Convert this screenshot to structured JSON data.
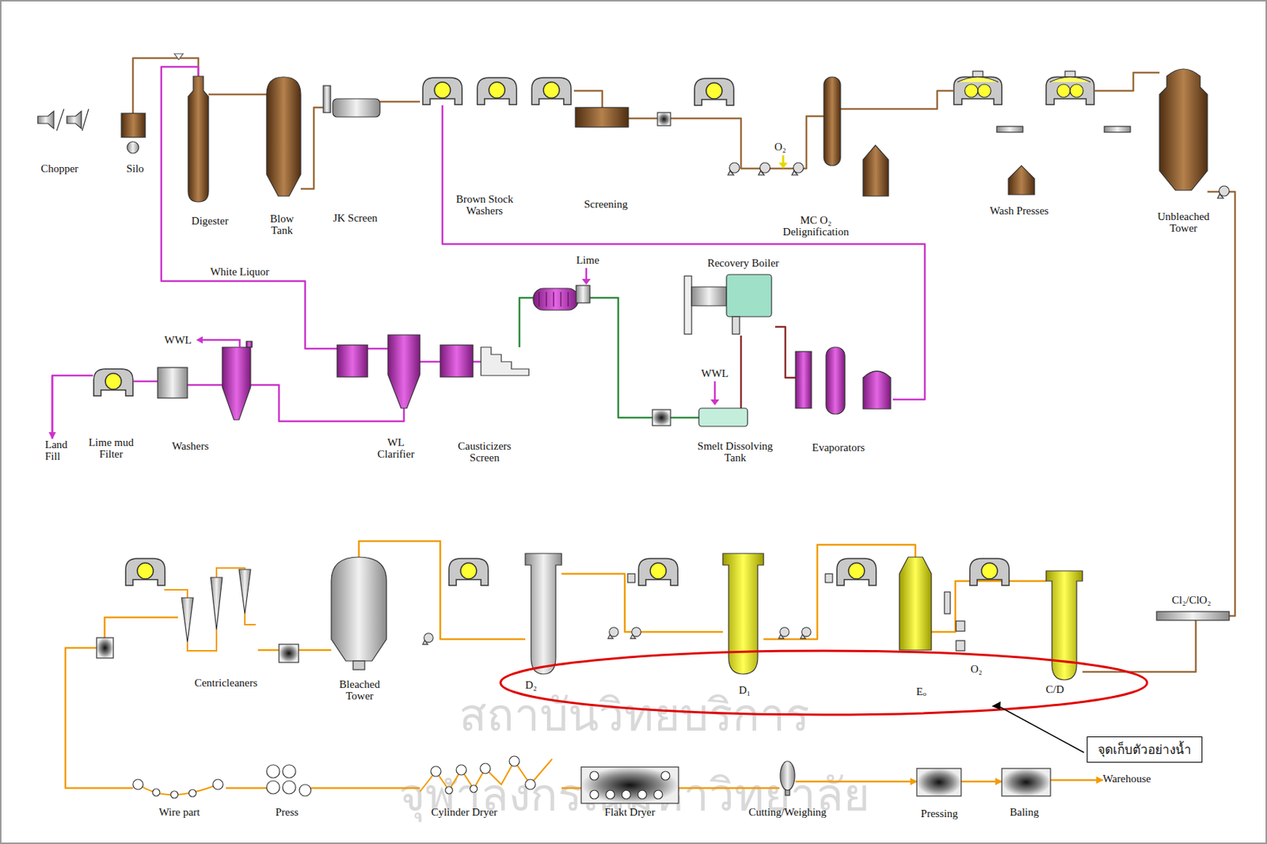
{
  "diagram": {
    "nodes": [
      {
        "text": [
          "Chopper"
        ]
      },
      {
        "text": [
          "Silo"
        ]
      },
      {
        "text": [
          "Digester"
        ]
      },
      {
        "text": [
          "Blow Tank"
        ]
      },
      {
        "text": [
          "JK Screen"
        ]
      },
      {
        "text": [
          "Brown Stock Washers"
        ]
      },
      {
        "text": [
          "Screening"
        ]
      },
      {
        "text": [
          "MC O₂ Delignification"
        ]
      },
      {
        "text": [
          "Wash Presses"
        ]
      },
      {
        "text": [
          "Unbleached Tower"
        ]
      },
      {
        "text": [
          "Recovery Boiler"
        ]
      },
      {
        "text": [
          "Land Fill"
        ]
      },
      {
        "text": [
          "Lime mud Filter"
        ]
      },
      {
        "text": [
          "Washers"
        ]
      },
      {
        "text": [
          "WL Clarifier"
        ]
      },
      {
        "text": [
          "Causticizers Screen"
        ]
      },
      {
        "text": [
          "Smelt Dissolving Tank"
        ]
      },
      {
        "text": [
          "Evaporators"
        ]
      },
      {
        "text": [
          "Centricleaners"
        ]
      },
      {
        "text": [
          "Bleached Tower"
        ]
      },
      {
        "text": [
          "D₂"
        ]
      },
      {
        "text": [
          "D₁"
        ]
      },
      {
        "text": [
          "Eₒ"
        ]
      },
      {
        "text": [
          "C/D"
        ]
      },
      {
        "text": [
          "Wire part"
        ]
      },
      {
        "text": [
          "Press"
        ]
      },
      {
        "text": [
          "Cylinder Dryer"
        ]
      },
      {
        "text": [
          "Flakt Dryer"
        ]
      },
      {
        "text": [
          "Cutting/Weighing"
        ]
      },
      {
        "text": [
          "Pressing"
        ]
      },
      {
        "text": [
          "Baling"
        ]
      },
      {
        "text": [
          "Warehouse"
        ]
      },
      {
        "text": [
          "จุดเก็บตัวอย่างน้ำ"
        ]
      }
    ],
    "edges": [
      {
        "from": 1,
        "to": 2,
        "arrow": "none"
      },
      {
        "from": 2,
        "to": 3,
        "arrow": "none"
      },
      {
        "from": 3,
        "to": 4,
        "arrow": "none"
      },
      {
        "from": 4,
        "to": 5,
        "arrow": "none"
      },
      {
        "from": 5,
        "to": 6,
        "arrow": "none"
      },
      {
        "from": 6,
        "to": 7,
        "arrow": "none"
      },
      {
        "from": 7,
        "to": 8,
        "arrow": "none"
      },
      {
        "from": 8,
        "to": 9,
        "arrow": "none"
      },
      {
        "from": 9,
        "to": 23,
        "arrow": "none"
      },
      {
        "from": 23,
        "to": 22,
        "arrow": "none"
      },
      {
        "from": 22,
        "to": 21,
        "arrow": "none"
      },
      {
        "from": 21,
        "to": 20,
        "arrow": "none"
      },
      {
        "from": 20,
        "to": 19,
        "arrow": "none"
      },
      {
        "from": 19,
        "to": 18,
        "arrow": "none"
      },
      {
        "from": 18,
        "to": 24,
        "arrow": "none"
      },
      {
        "from": 24,
        "to": 25,
        "arrow": "none"
      },
      {
        "from": 25,
        "to": 26,
        "arrow": "none"
      },
      {
        "from": 26,
        "to": 27,
        "arrow": "none"
      },
      {
        "from": 27,
        "to": 28,
        "arrow": "none"
      },
      {
        "from": 28,
        "to": 29,
        "arrow": "to"
      },
      {
        "from": 29,
        "to": 30,
        "arrow": "to"
      },
      {
        "from": 30,
        "to": 31,
        "arrow": "to"
      },
      {
        "from": 5,
        "to": 17,
        "arrow": "none"
      },
      {
        "from": 17,
        "to": 10,
        "arrow": "none"
      },
      {
        "from": 10,
        "to": 16,
        "arrow": "none"
      },
      {
        "from": 16,
        "to": 15,
        "arrow": "none"
      },
      {
        "from": 15,
        "to": 14,
        "arrow": "none"
      },
      {
        "from": 14,
        "to": 2,
        "label": "White Liquor",
        "arrow": "none"
      },
      {
        "from": 14,
        "to": 13,
        "arrow": "none"
      },
      {
        "from": 13,
        "to": 12,
        "arrow": "none"
      },
      {
        "from": 12,
        "to": 11,
        "arrow": "to"
      }
    ],
    "labels": [
      "WWL",
      "Lime",
      "WWL",
      "O₂",
      "Cl₂/ClO₂",
      "O₂",
      "สถาบันวิทยบริการ",
      "จุฬาลงกรณ์มหาวิทยาลัย"
    ]
  }
}
